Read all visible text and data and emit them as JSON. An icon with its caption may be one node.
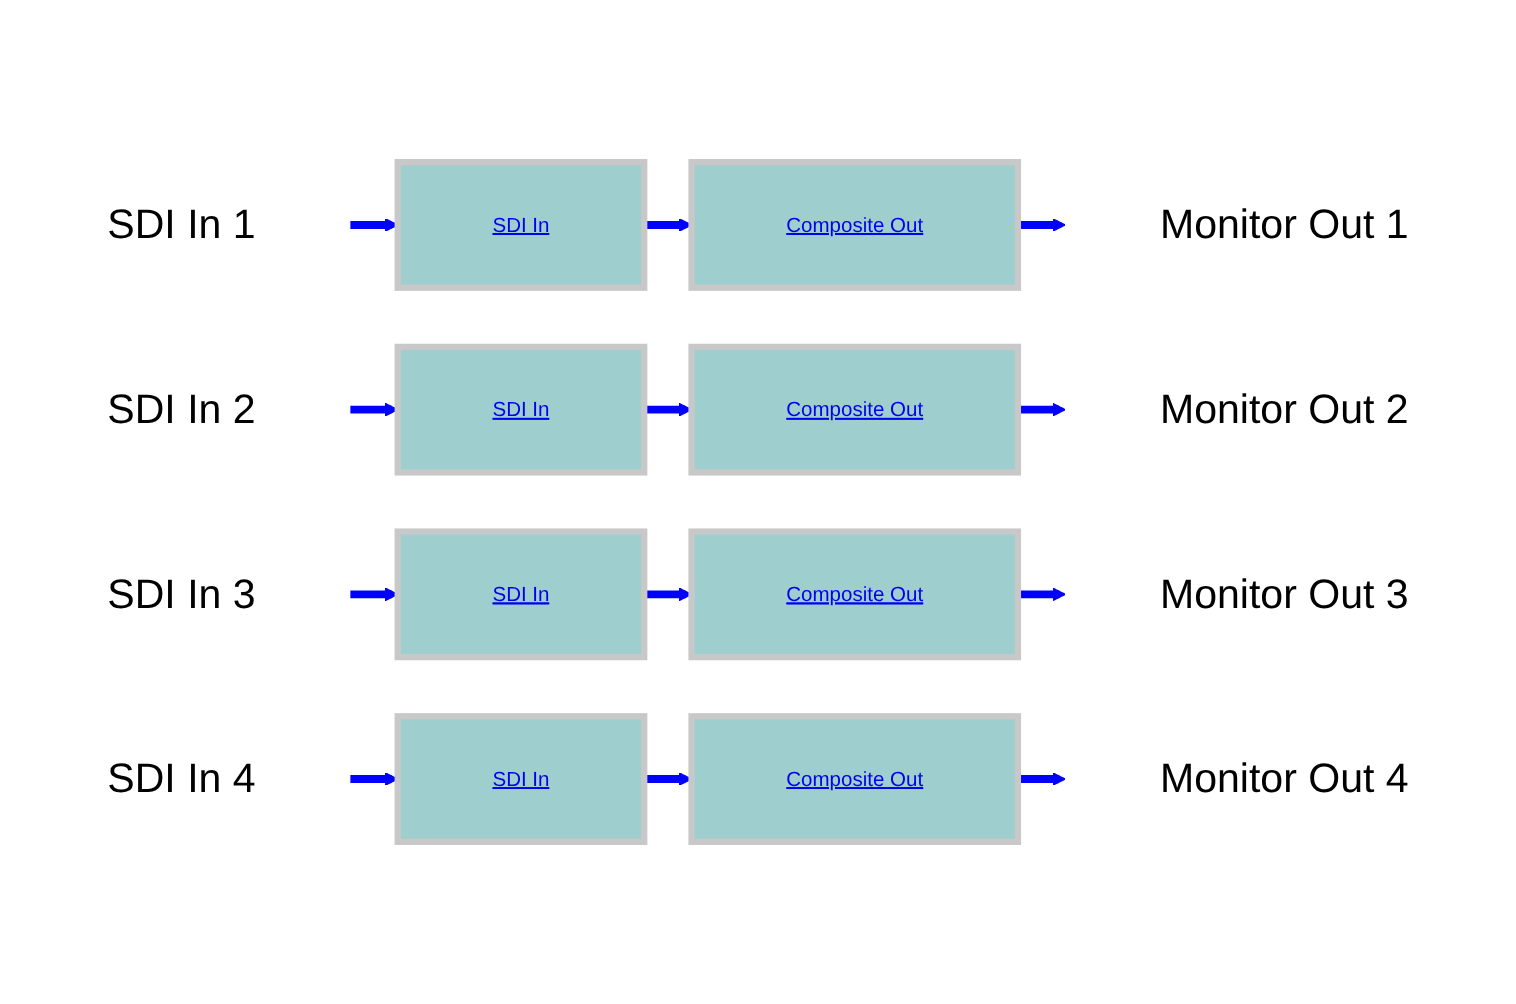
{
  "diagram": {
    "nodes": [
      {
        "text": [
          "SDI In 1"
        ]
      },
      {
        "text": [
          "SDI In"
        ]
      },
      {
        "text": [
          "Composite Out"
        ]
      },
      {
        "text": [
          "Monitor Out 1"
        ]
      },
      {
        "text": [
          "SDI In 2"
        ]
      },
      {
        "text": [
          "SDI In"
        ]
      },
      {
        "text": [
          "Composite Out"
        ]
      },
      {
        "text": [
          "Monitor Out 2"
        ]
      },
      {
        "text": [
          "SDI In 3"
        ]
      },
      {
        "text": [
          "SDI In"
        ]
      },
      {
        "text": [
          "Composite Out"
        ]
      },
      {
        "text": [
          "Monitor Out 3"
        ]
      },
      {
        "text": [
          "SDI In 4"
        ]
      },
      {
        "text": [
          "SDI In"
        ]
      },
      {
        "text": [
          "Composite Out"
        ]
      },
      {
        "text": [
          "Monitor Out 4"
        ]
      }
    ],
    "edges": [
      {
        "from": 0,
        "to": 1,
        "arrow": "to"
      },
      {
        "from": 1,
        "to": 2,
        "arrow": "to"
      },
      {
        "from": 2,
        "to": 3,
        "arrow": "to"
      },
      {
        "from": 4,
        "to": 5,
        "arrow": "to"
      },
      {
        "from": 5,
        "to": 6,
        "arrow": "to"
      },
      {
        "from": 6,
        "to": 7,
        "arrow": "to"
      },
      {
        "from": 8,
        "to": 9,
        "arrow": "to"
      },
      {
        "from": 9,
        "to": 10,
        "arrow": "to"
      },
      {
        "from": 10,
        "to": 11,
        "arrow": "to"
      },
      {
        "from": 12,
        "to": 13,
        "arrow": "to"
      },
      {
        "from": 13,
        "to": 14,
        "arrow": "to"
      },
      {
        "from": 14,
        "to": 15,
        "arrow": "to"
      }
    ]
  }
}
